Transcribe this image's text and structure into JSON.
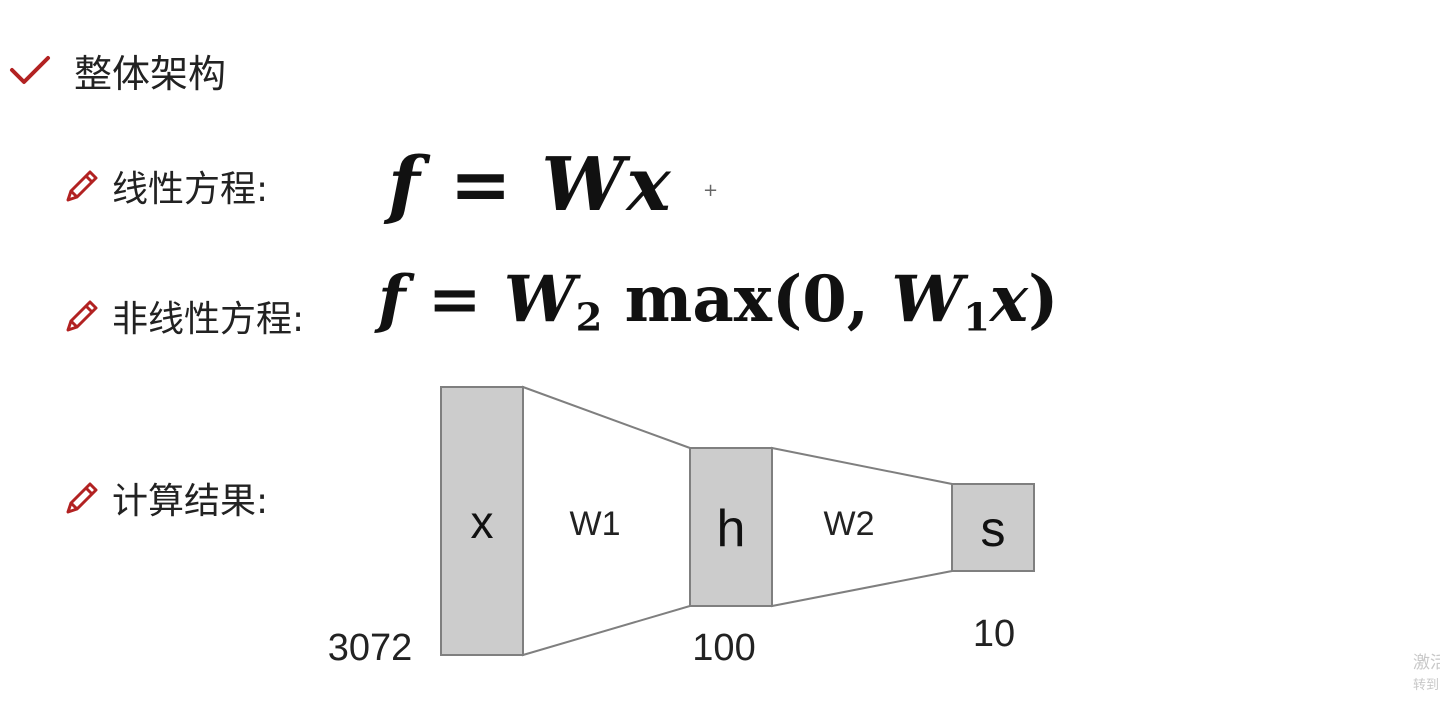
{
  "header": {
    "title": "整体架构",
    "icon": "check-icon"
  },
  "bullets": [
    {
      "label": "线性方程:",
      "icon": "pencil-icon"
    },
    {
      "label": "非线性方程:",
      "icon": "pencil-icon"
    },
    {
      "label": "计算结果:",
      "icon": "pencil-icon"
    }
  ],
  "equations": {
    "linear": {
      "f": "f",
      "eq": " = ",
      "W": "W",
      "x": "x"
    },
    "nonlinear": {
      "f": "f",
      "eq": " = ",
      "W2": "W",
      "sub2": "2",
      "max": " max(0, ",
      "W1": "W",
      "sub1": "1",
      "x": "x",
      "close": ")"
    }
  },
  "diagram": {
    "nodes": [
      {
        "name": "x",
        "size": "3072"
      },
      {
        "name": "h",
        "size": "100"
      },
      {
        "name": "s",
        "size": "10"
      }
    ],
    "weights": [
      "W1",
      "W2"
    ]
  },
  "watermark": {
    "line1": "激活",
    "line2": "转到"
  },
  "colors": {
    "accent": "#b22222",
    "node_fill": "#cccccc",
    "stroke": "#7f7f7f"
  }
}
